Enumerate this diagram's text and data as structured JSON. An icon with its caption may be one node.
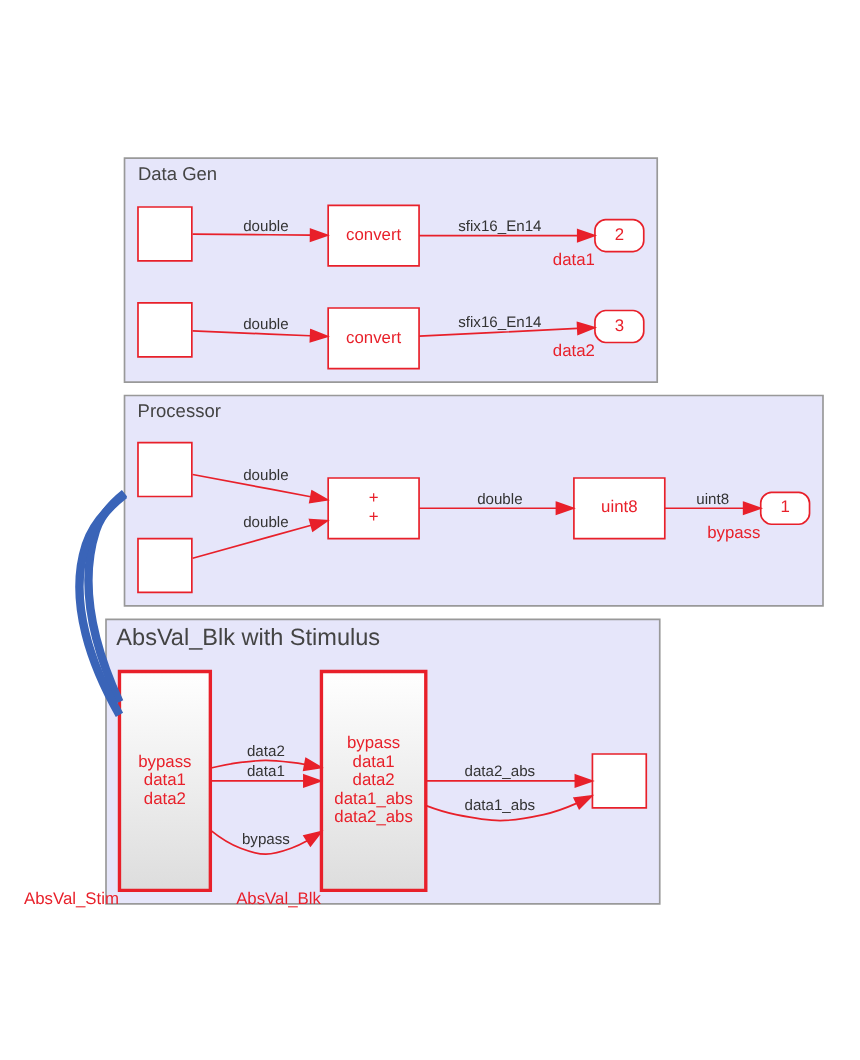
{
  "diagram": {
    "nodes": [
      {
        "text": [
          "AbsVal_Blk with Stimulus"
        ]
      },
      {
        "text": [
          "bypass",
          "data1",
          "data2"
        ],
        "beside": [
          "AbsVal_Stim"
        ],
        "in": 0
      },
      {
        "text": [
          "bypass",
          "data1",
          "data2",
          "data1_abs",
          "data2_abs"
        ],
        "beside": [
          "AbsVal_Blk"
        ],
        "in": 0
      },
      {
        "text": [],
        "shape": "box",
        "in": 0
      },
      {
        "text": [
          "Processor"
        ]
      },
      {
        "text": [],
        "shape": "box",
        "in": 4
      },
      {
        "text": [],
        "shape": "box",
        "in": 4
      },
      {
        "text": [
          "+",
          "+"
        ],
        "in": 4
      },
      {
        "text": [
          "uint8"
        ],
        "in": 4
      },
      {
        "text": [
          "1"
        ],
        "beside": [
          "bypass"
        ],
        "in": 4
      },
      {
        "text": [
          "Data Gen"
        ]
      },
      {
        "text": [],
        "shape": "box",
        "in": 10
      },
      {
        "text": [
          "convert"
        ],
        "in": 10
      },
      {
        "text": [
          "2"
        ],
        "beside": [
          "data1"
        ],
        "in": 10
      },
      {
        "text": [],
        "shape": "box",
        "in": 10
      },
      {
        "text": [
          "convert"
        ],
        "in": 10
      },
      {
        "text": [
          "3"
        ],
        "beside": [
          "data2"
        ],
        "in": 10
      }
    ],
    "edges": [
      {
        "from": 1,
        "to": 2,
        "arrow": "to",
        "label": "bypass"
      },
      {
        "from": 1,
        "to": 2,
        "arrow": "to",
        "label": "data1"
      },
      {
        "from": 1,
        "to": 2,
        "arrow": "to",
        "label": "data2"
      },
      {
        "from": 2,
        "to": 3,
        "arrow": "to",
        "label": "data1_abs"
      },
      {
        "from": 2,
        "to": 3,
        "arrow": "to",
        "label": "data2_abs"
      },
      {
        "from": 1,
        "to": 4,
        "arrow": "none",
        "style": "thick",
        "color": "#3a64b8"
      },
      {
        "from": 1,
        "to": 4,
        "arrow": "none",
        "style": "thick",
        "color": "#3a64b8"
      },
      {
        "from": 5,
        "to": 7,
        "arrow": "to",
        "label": "double"
      },
      {
        "from": 6,
        "to": 7,
        "arrow": "to",
        "label": "double"
      },
      {
        "from": 7,
        "to": 8,
        "arrow": "to",
        "label": "double"
      },
      {
        "from": 8,
        "to": 9,
        "arrow": "to",
        "label": "uint8"
      },
      {
        "from": 11,
        "to": 12,
        "arrow": "to",
        "label": "double"
      },
      {
        "from": 12,
        "to": 13,
        "arrow": "to",
        "label": "sfix16_En14"
      },
      {
        "from": 14,
        "to": 15,
        "arrow": "to",
        "label": "double"
      },
      {
        "from": 15,
        "to": 16,
        "arrow": "to",
        "label": "sfix16_En14"
      }
    ]
  }
}
